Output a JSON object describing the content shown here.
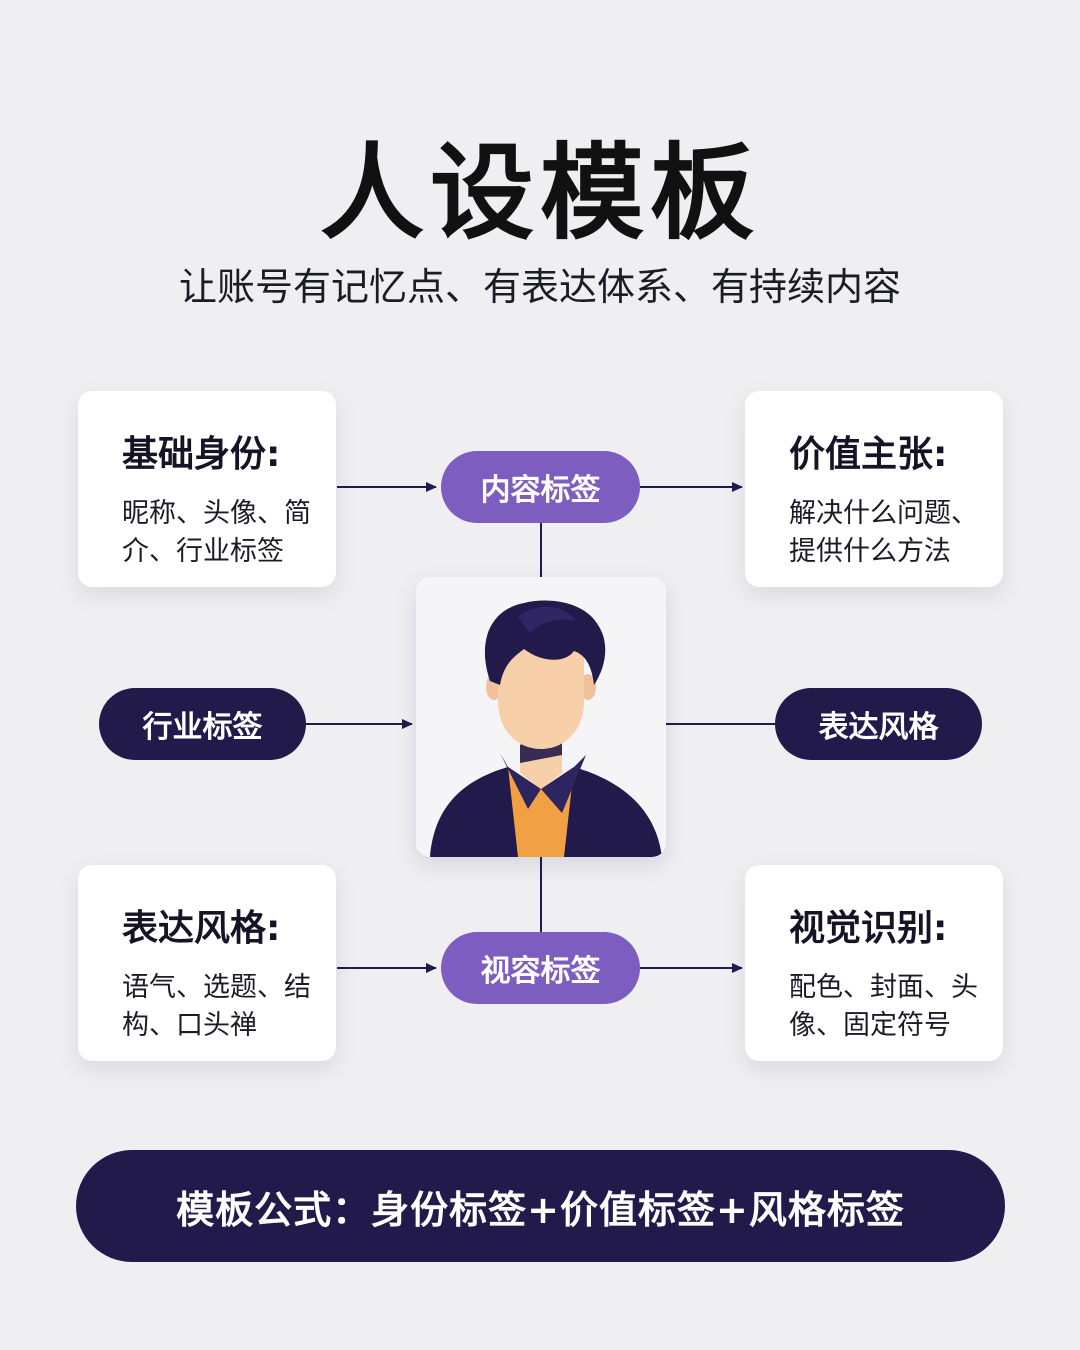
{
  "title": "人设模板",
  "subtitle": "让账号有记忆点、有表达体系、有持续内容",
  "cards": {
    "basic": {
      "title": "基础身份:",
      "body": "昵称、头像、简介、行业标签"
    },
    "value": {
      "title": "价值主张:",
      "body": "解决什么问题、提供什么方法"
    },
    "style": {
      "title": "表达风格:",
      "body": "语气、选题、结构、口头禅"
    },
    "visual": {
      "title": "视觉识别:",
      "body": "配色、封面、头像、固定符号"
    }
  },
  "pills": {
    "content_tag": "内容标签",
    "visual_tag": "视容标签",
    "industry_tag": "行业标签",
    "expression_style": "表达风格"
  },
  "formula": "模板公式：身份标签+价值标签+风格标签",
  "colors": {
    "accent_purple": "#7d5dc0",
    "navy": "#221a4b",
    "background": "#efeff1",
    "shirt_orange": "#f2a044",
    "skin": "#f7cfa9"
  },
  "icons": [
    "person-avatar-icon"
  ]
}
